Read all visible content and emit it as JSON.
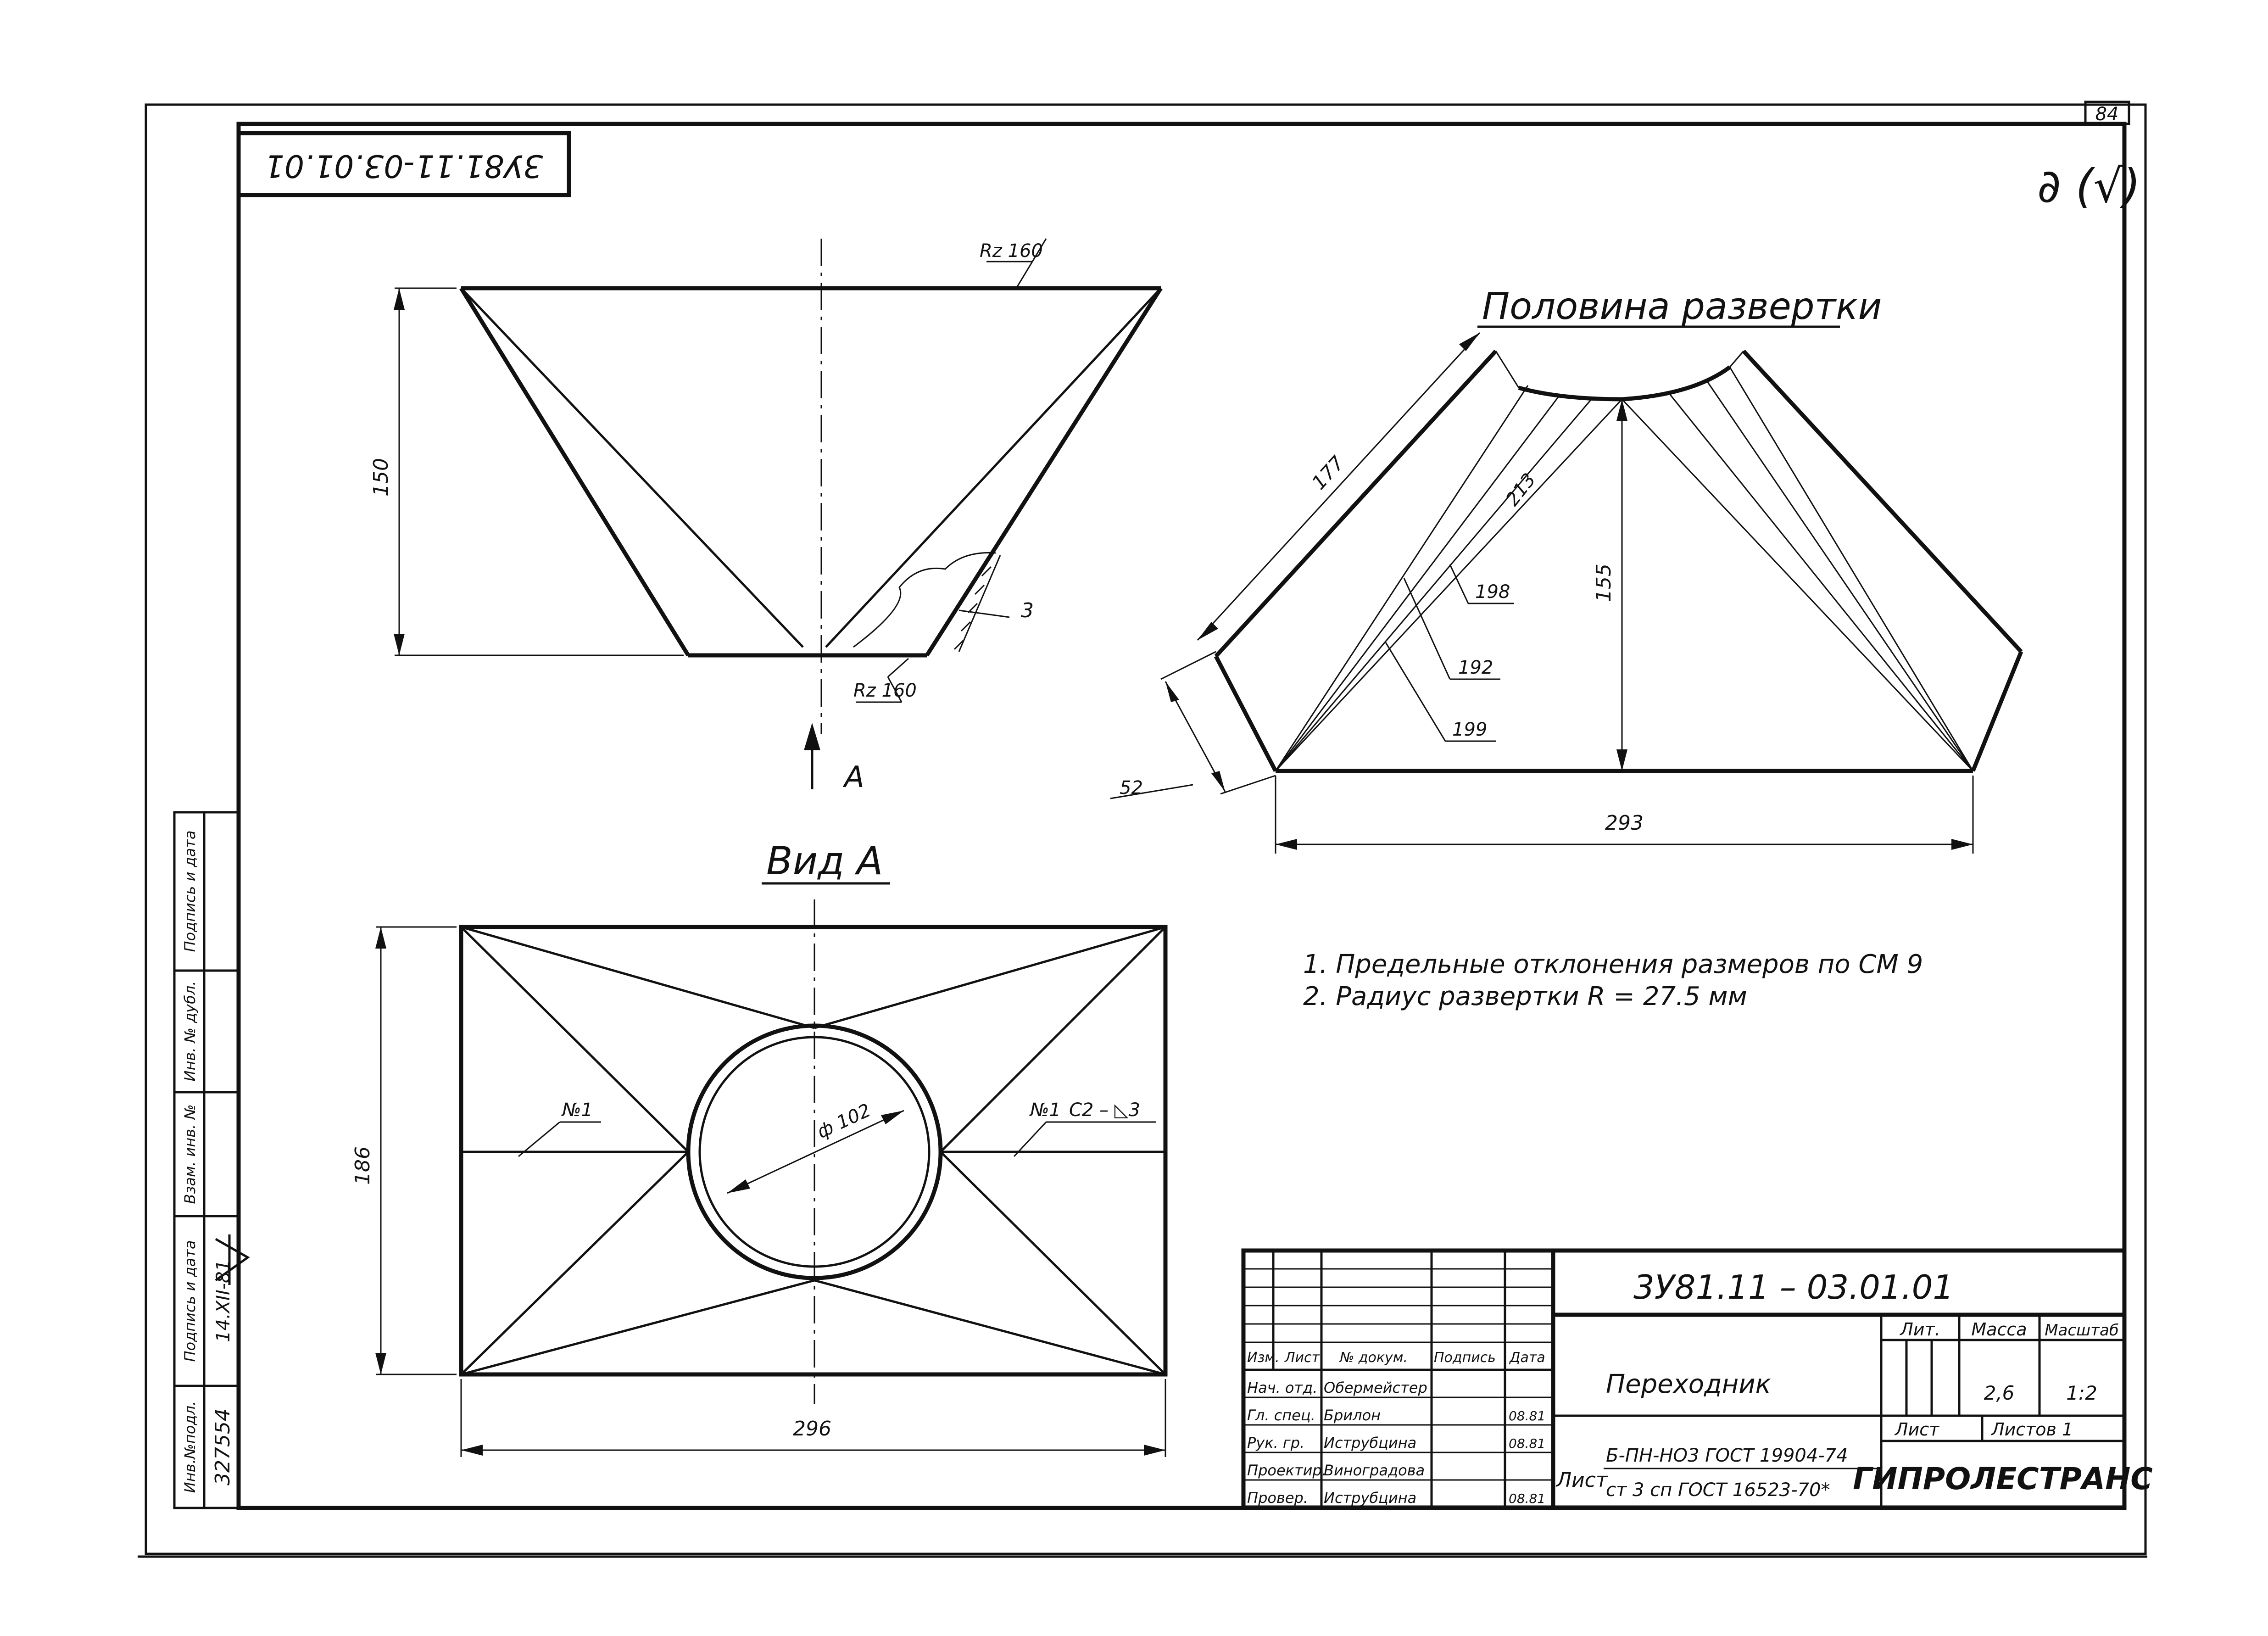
{
  "sheet": {
    "page_number": "84",
    "doc_code_rotated": "3У81.11-03.01.01",
    "roughness_mark": "∂ (√)"
  },
  "front_view": {
    "dim_height": "150",
    "roughness_top": "Rz 160",
    "roughness_bottom": "Rz 160",
    "wall_thickness": "3",
    "view_arrow_label": "А"
  },
  "view_a": {
    "title": "Вид А",
    "dim_height": "186",
    "dim_width": "296",
    "diameter": "ф 102",
    "weld_mark_left": "№1",
    "weld_mark_right": "№1",
    "weld_symbol": "С2 – ◺3"
  },
  "development": {
    "title": "Половина развертки",
    "dims": [
      "177",
      "213",
      "198",
      "192",
      "199",
      "155",
      "52",
      "293"
    ]
  },
  "notes": [
    "1.  Предельные  отклонения  размеров  по  СМ 9",
    "2.  Радиус  развертки  R = 27.5 мм"
  ],
  "title_block": {
    "doc_code": "3У81.11 – 03.01.01",
    "part_name": "Переходник",
    "material_line1": "Б-ПН-НО3 ГОСТ 19904-74",
    "material_line2": "ст 3 сп ГОСТ 16523-70*",
    "sheet_label": "Лист",
    "organization": "ГИПРОЛЕСТРАНС",
    "lit_header": "Лит.",
    "mass_header": "Масса",
    "scale_header": "Масштаб",
    "mass": "2,6",
    "scale": "1:2",
    "sheet_header": "Лист",
    "sheets_total": "Листов 1",
    "col_headers": [
      "Изм.",
      "Лист",
      "№ докум.",
      "Подпись",
      "Дата"
    ],
    "staff": [
      {
        "role": "Нач. отд.",
        "name": "Обермейстер",
        "date": ""
      },
      {
        "role": "Гл. спец.",
        "name": "Брилон",
        "date": "08.81"
      },
      {
        "role": "Рук. гр.",
        "name": "Иструбцина",
        "date": "08.81"
      },
      {
        "role": "Проектир.",
        "name": "Виноградова",
        "date": ""
      },
      {
        "role": "Провер.",
        "name": "Иструбцина",
        "date": "08.81"
      }
    ]
  },
  "side_stamp": {
    "fields": [
      "Инв.№подл.",
      "Подпись и дата",
      "Взам. инв. №",
      "Инв. № дубл.",
      "Подпись и дата"
    ],
    "inv_number": "327554",
    "date_written": "14.XII-81"
  }
}
